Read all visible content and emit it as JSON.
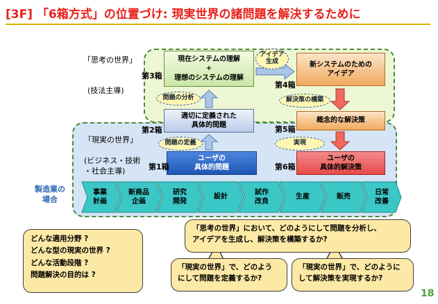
{
  "title": "[3F] 「6箱方式」の位置づけ:  現実世界の諸問題を解決するために",
  "thought_world": {
    "label": "「思考の世界」",
    "sub": "(技法主導)"
  },
  "real_world": {
    "label": "「現実の世界」",
    "sub": "(ビジネス・技術\n・社会主導)"
  },
  "boxes": {
    "box1": {
      "step": "第1箱",
      "text": "ユーザの\n具体的問題"
    },
    "box2": {
      "step": "第2箱",
      "text": "適切に定義された\n具体的問題"
    },
    "box3": {
      "step": "第3箱",
      "text": "現在システムの理解\n+\n理想のシステムの理解"
    },
    "box4": {
      "step": "第4箱",
      "text": "新システムのための\nアイデア"
    },
    "box5": {
      "step": "第5箱",
      "text": "概念的な解決策"
    },
    "box6": {
      "step": "第6箱",
      "text": "ユーザの\n具体的解決策"
    }
  },
  "tags": {
    "problem_definition": "問題の定義",
    "problem_analysis": "問題の分析",
    "idea_generation": "アイデア\n生成",
    "solution_construction": "解決策の構築",
    "realization": "実現"
  },
  "process": {
    "label": "製造業の\n場合",
    "stages": [
      "事業\n計画",
      "新商品\n企画",
      "研究\n開発",
      "設計",
      "試作\n改良",
      "生産",
      "販売",
      "日常\n改善"
    ]
  },
  "callouts": {
    "left": "どんな適用分野 ?\nどんな型の現実の世界 ?\nどんな活動段階 ?\n問題解決の目的は ?",
    "top": "「思考の世界」において、どのようにして問題を分析し、\nアイデアを生成し、解決策を構築するか?",
    "mid": "「現実の世界」で、どのよう\nにして問題を定義するか?",
    "right": "「現実の世界」で、どのように\nして解決策を実現するか?"
  },
  "page_number": "18",
  "colors": {
    "title": "#e8201a",
    "world_border": "#4a8a3c",
    "up_arrow": "#a9c6e8",
    "down_arrow": "#ef6a5a",
    "process_fill": "#3cc7c7"
  }
}
